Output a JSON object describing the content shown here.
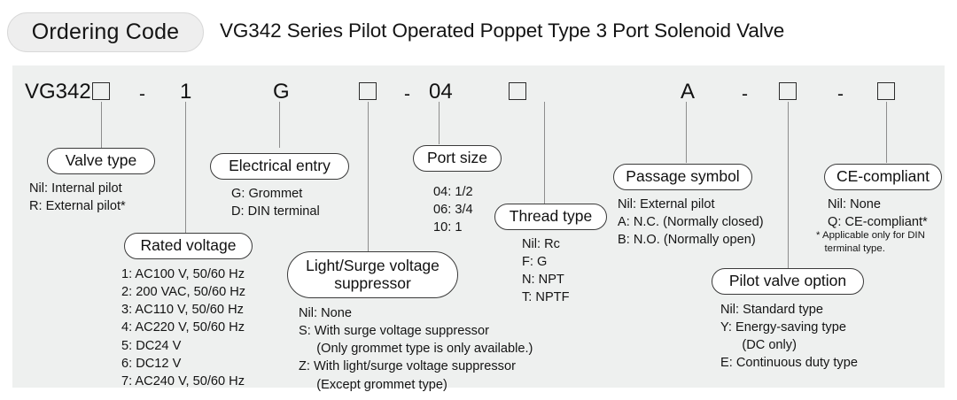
{
  "header": {
    "badge_label": "Ordering Code",
    "title": "VG342 Series Pilot Operated Poppet Type 3 Port Solenoid Valve"
  },
  "code_row": {
    "tokens": [
      {
        "name": "series-prefix",
        "text": "VG342",
        "type": "text"
      },
      {
        "name": "valve-type-slot",
        "text": "",
        "type": "box"
      },
      {
        "name": "separator-1",
        "text": "-",
        "type": "sep"
      },
      {
        "name": "rated-voltage-value",
        "text": "1",
        "type": "text"
      },
      {
        "name": "electrical-entry-value",
        "text": "G",
        "type": "text"
      },
      {
        "name": "light-surge-suppressor-slot",
        "text": "",
        "type": "box"
      },
      {
        "name": "separator-2",
        "text": "-",
        "type": "sep"
      },
      {
        "name": "port-size-value",
        "text": "04",
        "type": "text"
      },
      {
        "name": "thread-type-slot",
        "text": "",
        "type": "box"
      },
      {
        "name": "passage-symbol-value",
        "text": "A",
        "type": "text"
      },
      {
        "name": "separator-3",
        "text": "-",
        "type": "sep"
      },
      {
        "name": "pilot-valve-option-slot",
        "text": "",
        "type": "box"
      },
      {
        "name": "separator-4",
        "text": "-",
        "type": "sep"
      },
      {
        "name": "ce-compliant-slot",
        "text": "",
        "type": "box"
      }
    ]
  },
  "groups": {
    "valve_type": {
      "label": "Valve type",
      "options": "Nil: Internal pilot\nR: External pilot*"
    },
    "electrical_entry": {
      "label": "Electrical entry",
      "options": "G: Grommet\nD: DIN terminal"
    },
    "port_size": {
      "label": "Port size",
      "options": "04: 1/2\n06: 3/4\n10: 1"
    },
    "passage_symbol": {
      "label": "Passage symbol",
      "options": "Nil: External pilot\nA: N.C. (Normally closed)\nB: N.O. (Normally open)"
    },
    "ce_compliant": {
      "label": "CE-compliant",
      "options": "Nil: None\nQ: CE-compliant*",
      "footnote": "* Applicable only for DIN\n   terminal type."
    },
    "rated_voltage": {
      "label": "Rated voltage",
      "options": "1: AC100 V, 50/60 Hz\n2: 200 VAC, 50/60 Hz\n3: AC110 V, 50/60 Hz\n4: AC220 V, 50/60 Hz\n5: DC24 V\n6: DC12 V\n7: AC240 V, 50/60 Hz"
    },
    "light_surge_suppressor": {
      "label_line1": "Light/Surge voltage",
      "label_line2": "suppressor",
      "options": "Nil: None\nS: With surge voltage suppressor\n     (Only grommet type is only available.)\nZ: With light/surge voltage suppressor\n     (Except grommet type)"
    },
    "thread_type": {
      "label": "Thread type",
      "options": "Nil: Rc\nF: G\nN: NPT\nT: NPTF"
    },
    "pilot_valve_option": {
      "label": "Pilot valve option",
      "options": "Nil: Standard type\nY: Energy-saving type\n      (DC only)\nE: Continuous duty type"
    }
  },
  "colors": {
    "panel_background": "#eef0ef",
    "page_background": "#ffffff",
    "badge_background": "#eeeeee",
    "text": "#141414",
    "leader_line": "#8d8d8d",
    "pill_border": "#3a3a3a"
  }
}
